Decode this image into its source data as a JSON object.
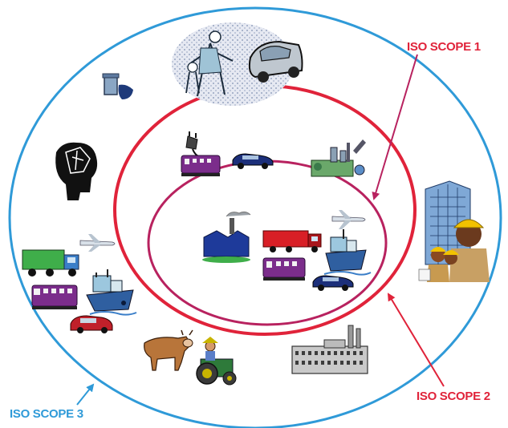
{
  "labels": {
    "scope1": "ISO SCOPE 1",
    "scope2": "ISO SCOPE 2",
    "scope3": "ISO SCOPE 3"
  },
  "colors": {
    "scope1_ring": "#b8225f",
    "scope2_ring": "#e0233a",
    "scope3_ring": "#2f9ad8",
    "label_red": "#e0233a",
    "label_blue": "#2f9ad8"
  },
  "icons": {
    "inner_scope1": [
      "factory-icon",
      "truck-icon",
      "airplane-icon",
      "ship-icon",
      "train-icon",
      "car-icon"
    ],
    "middle_scope2": [
      "power-plug-icon",
      "train-icon",
      "car-icon",
      "power-plant-icon"
    ],
    "outer_scope3": [
      "commuters-icon",
      "car-icon",
      "trash-can-icon",
      "brain-icon",
      "truck-icon",
      "airplane-icon",
      "train-icon",
      "ship-icon",
      "car-icon",
      "cow-icon",
      "tractor-icon",
      "factory-building-icon",
      "skyscraper-icon",
      "workers-icon"
    ]
  }
}
